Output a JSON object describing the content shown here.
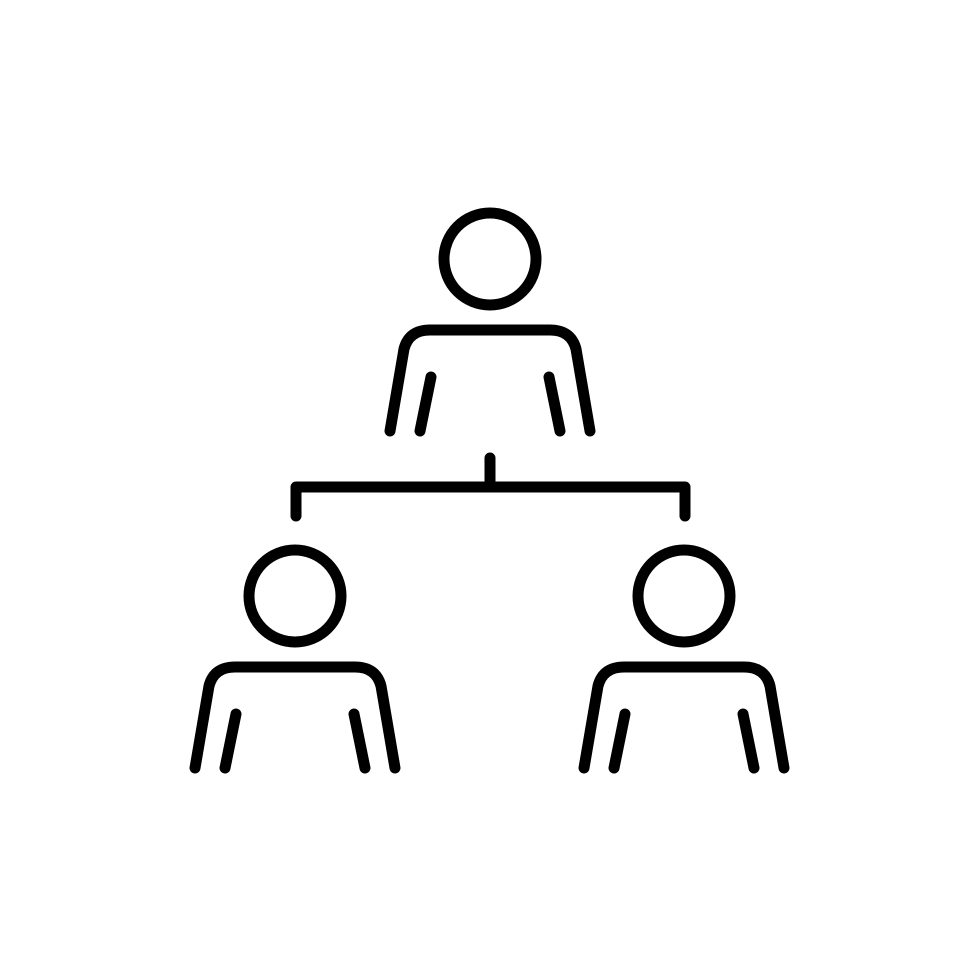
{
  "diagram": {
    "type": "org-chart-icon",
    "icon": "hierarchy-icon",
    "stroke_color": "#000000",
    "background_color": "#ffffff",
    "nodes": [
      {
        "role": "parent",
        "icon": "person-icon"
      },
      {
        "role": "child",
        "icon": "person-icon"
      },
      {
        "role": "child",
        "icon": "person-icon"
      }
    ],
    "connector": {
      "icon": "connector-lines",
      "from": 0,
      "to": [
        1,
        2
      ]
    }
  }
}
